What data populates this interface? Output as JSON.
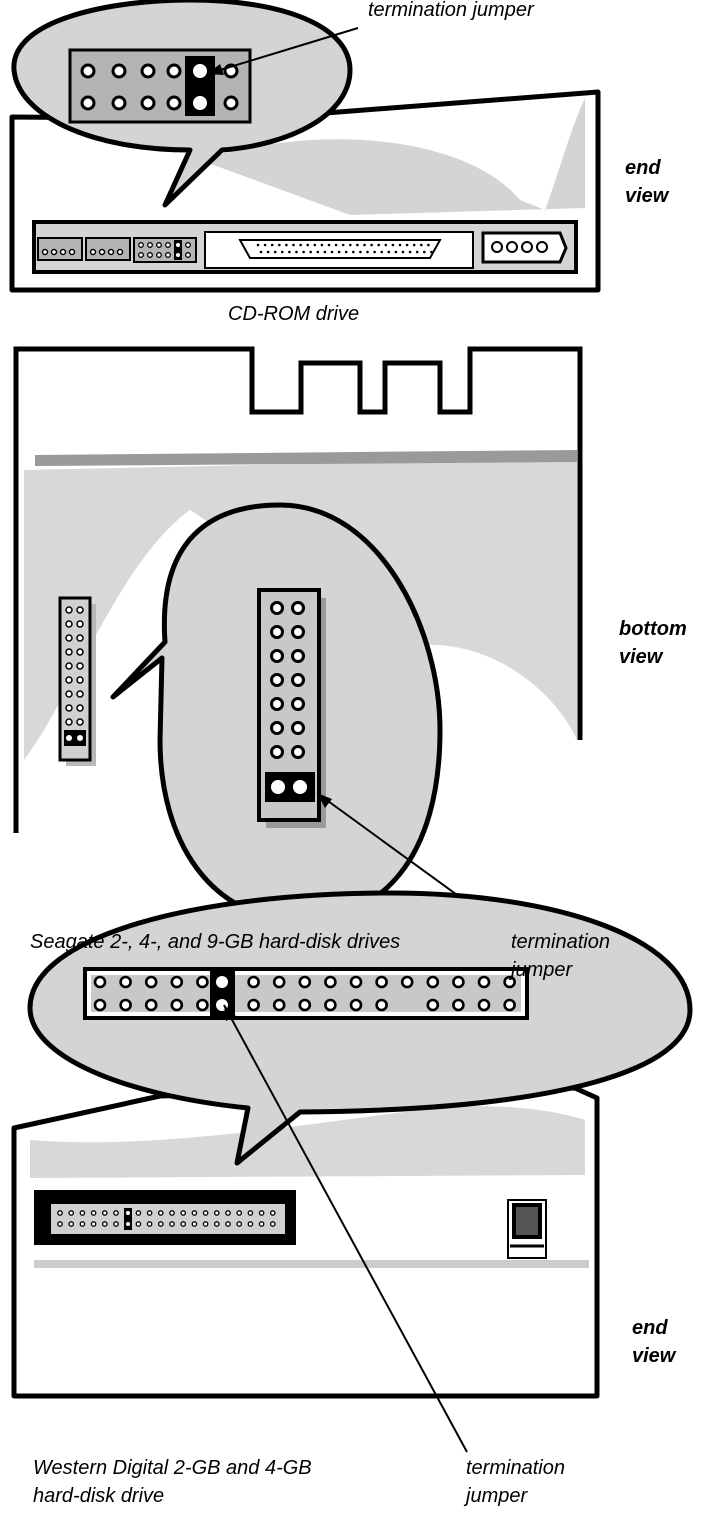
{
  "figures": [
    {
      "caption": "CD-ROM drive",
      "view": [
        "end",
        "view"
      ],
      "callout": "termination jumper"
    },
    {
      "caption": "Seagate 2-, 4-, and 9-GB hard-disk drives",
      "view": [
        "bottom",
        "view"
      ],
      "callout": [
        "termination",
        "jumper"
      ]
    },
    {
      "caption": [
        "Western Digital 2-GB and 4-GB",
        "hard-disk drive"
      ],
      "view": [
        "end",
        "view"
      ],
      "callout": [
        "termination",
        "jumper"
      ]
    }
  ],
  "colors": {
    "panel_fill": "#d4d4d4",
    "connector_fill": "#b4b4b4",
    "shadow_fill": "#b8b8b8",
    "line": "#000000",
    "pin_fill": "#ffffff"
  }
}
